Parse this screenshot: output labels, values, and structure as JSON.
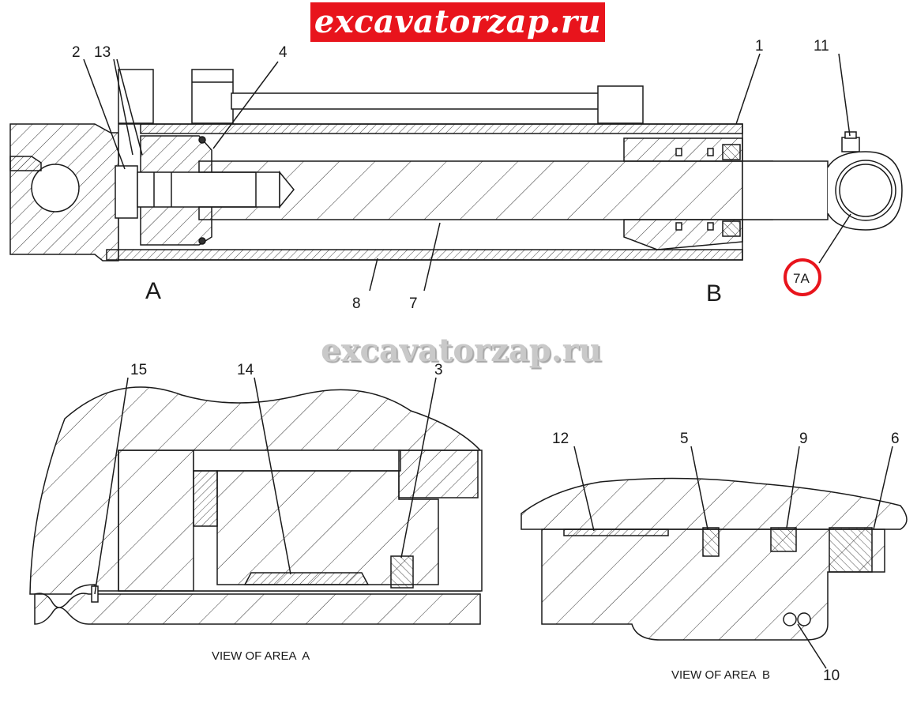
{
  "brand": {
    "banner_text": "excavatorzap.ru",
    "watermark_text": "excavatorzap.ru",
    "banner_color": "#e8141c"
  },
  "callouts": {
    "c1": "1",
    "c2": "2",
    "c3": "3",
    "c4": "4",
    "c5": "5",
    "c6": "6",
    "c7": "7",
    "c7a": "7A",
    "c8": "8",
    "c9": "9",
    "c10": "10",
    "c11": "11",
    "c12": "12",
    "c13": "13",
    "c14": "14",
    "c15": "15"
  },
  "area_labels": {
    "a": "A",
    "b": "B"
  },
  "captions": {
    "view_a": "VIEW OF AREA  A",
    "view_b": "VIEW OF AREA  B"
  },
  "colors": {
    "line": "#1a1a1a",
    "highlight": "#e8141c"
  }
}
